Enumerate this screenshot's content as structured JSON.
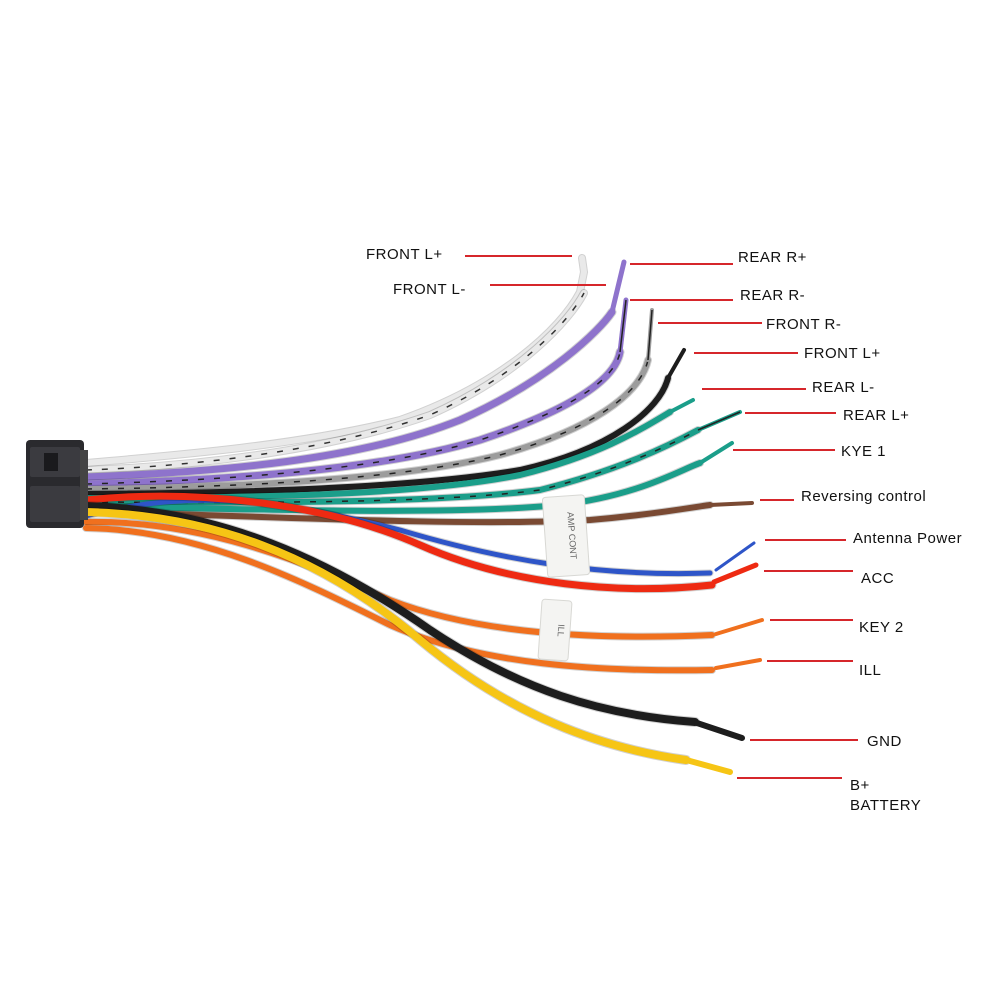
{
  "colors": {
    "leader": "#d6262b",
    "connector": "#2a2a2e",
    "purple": "#8e73cc",
    "grey": "#9c9c9c",
    "white": "#e9e9e9",
    "black": "#1d1d1d",
    "green": "#1b9e8a",
    "brown": "#7a4a33",
    "blue": "#2e55c8",
    "red": "#ee2a12",
    "orange": "#f0701e",
    "yellow": "#f6c515"
  },
  "wires": [
    {
      "id": "front-l-plus-white",
      "color": "white"
    },
    {
      "id": "front-l-minus-white-black",
      "color": "white"
    },
    {
      "id": "rear-r-plus-purple",
      "color": "purple"
    },
    {
      "id": "rear-r-minus-purple-black",
      "color": "purple"
    },
    {
      "id": "front-r-minus-grey-black",
      "color": "grey"
    },
    {
      "id": "front-l-plus-black",
      "color": "black"
    },
    {
      "id": "rear-l-minus-green",
      "color": "green"
    },
    {
      "id": "rear-l-plus-green-black",
      "color": "green"
    },
    {
      "id": "kye1-green",
      "color": "green"
    },
    {
      "id": "reversing-brown",
      "color": "brown"
    },
    {
      "id": "antenna-blue",
      "color": "blue"
    },
    {
      "id": "acc-red",
      "color": "red"
    },
    {
      "id": "key2-orange",
      "color": "orange"
    },
    {
      "id": "ill-orange",
      "color": "orange"
    },
    {
      "id": "gnd-black",
      "color": "black"
    },
    {
      "id": "battery-yellow",
      "color": "yellow"
    }
  ],
  "tags": [
    {
      "text": "AMP CONT"
    },
    {
      "text": "ILL"
    }
  ],
  "labels": [
    {
      "id": "front-l-plus-left",
      "text": "FRONT L+"
    },
    {
      "id": "front-l-minus-left",
      "text": "FRONT L-"
    },
    {
      "id": "rear-r-plus",
      "text": "REAR R+"
    },
    {
      "id": "rear-r-minus",
      "text": "REAR R-"
    },
    {
      "id": "front-r-minus",
      "text": "FRONT R-"
    },
    {
      "id": "front-l-plus-right",
      "text": "FRONT L+"
    },
    {
      "id": "rear-l-minus",
      "text": "REAR L-"
    },
    {
      "id": "rear-l-plus",
      "text": "REAR L+"
    },
    {
      "id": "kye-1",
      "text": "KYE 1"
    },
    {
      "id": "reversing-control",
      "text": "Reversing control"
    },
    {
      "id": "antenna-power",
      "text": "Antenna Power"
    },
    {
      "id": "acc",
      "text": "ACC"
    },
    {
      "id": "key-2",
      "text": "KEY 2"
    },
    {
      "id": "ill",
      "text": "ILL"
    },
    {
      "id": "gnd",
      "text": "GND"
    },
    {
      "id": "battery",
      "lines": [
        "B+",
        "BATTERY"
      ]
    }
  ]
}
